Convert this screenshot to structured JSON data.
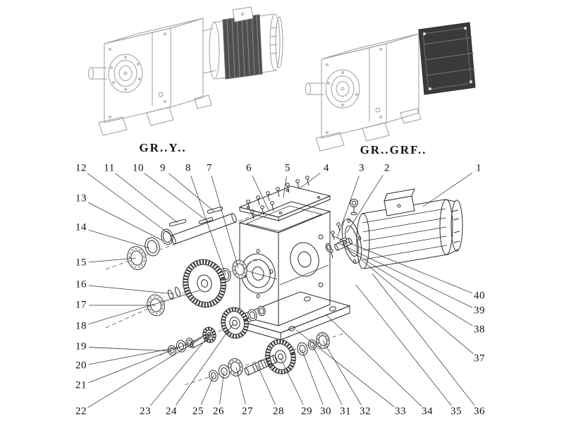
{
  "colors": {
    "ink": "#2b2b2b",
    "faint": "#9b9b9b",
    "paper": "#ffffff",
    "leader": "#333333"
  },
  "variants": {
    "left_label": "GR..Y..",
    "right_label": "GR..GRF.."
  },
  "callouts": [
    "1",
    "2",
    "3",
    "4",
    "5",
    "6",
    "7",
    "8",
    "9",
    "10",
    "11",
    "12",
    "13",
    "14",
    "15",
    "16",
    "17",
    "18",
    "19",
    "20",
    "21",
    "22",
    "23",
    "24",
    "25",
    "26",
    "27",
    "28",
    "29",
    "30",
    "31",
    "32",
    "33",
    "34",
    "35",
    "36",
    "37",
    "38",
    "39",
    "40"
  ]
}
